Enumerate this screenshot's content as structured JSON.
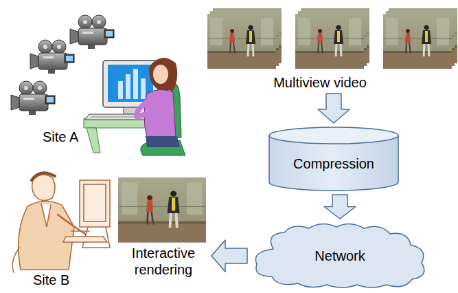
{
  "diagram": {
    "nodes": [
      {
        "text": [
          "Multiview video"
        ]
      },
      {
        "text": [
          "Compression"
        ]
      },
      {
        "text": [
          "Network"
        ]
      },
      {
        "text": [
          "Interactive rendering"
        ]
      }
    ],
    "edges": [
      {
        "from": 0,
        "to": 1,
        "arrow": "to"
      },
      {
        "from": 1,
        "to": 2,
        "arrow": "to"
      },
      {
        "from": 2,
        "to": 3,
        "arrow": "to"
      }
    ],
    "labels": [
      "Site A",
      "Site B"
    ]
  }
}
